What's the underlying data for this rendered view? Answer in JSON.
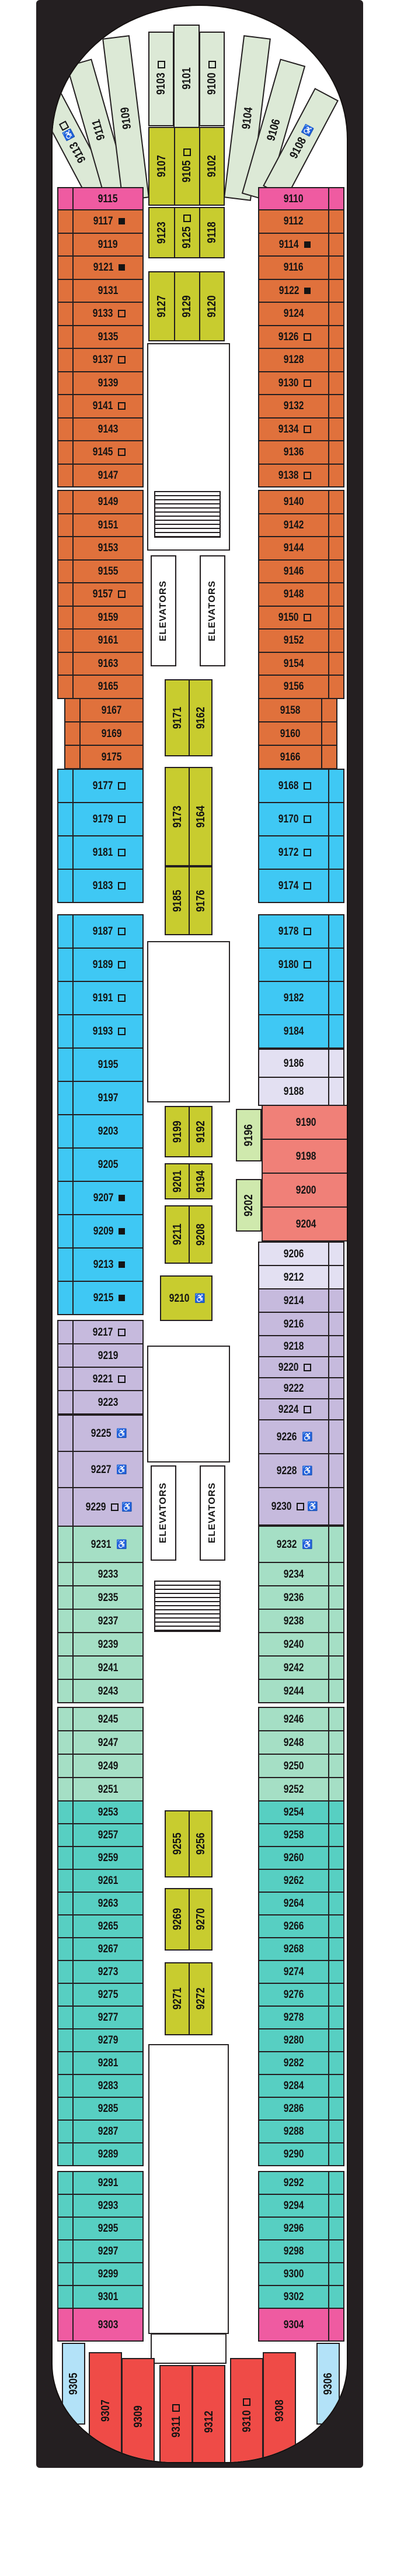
{
  "labels": {
    "elevators": "ELEVATORS"
  },
  "colors": {
    "palegreen": "#dce9d6",
    "yellow": "#c8cc2f",
    "pink": "#ef5ba1",
    "orange": "#e0713c",
    "blue": "#3fc8f4",
    "lavlight": "#e3e0f2",
    "lav": "#c6badd",
    "salmon": "#f08078",
    "ltgreen": "#cfe9ad",
    "seafoam": "#a5dfc5",
    "teal": "#57cfc2",
    "sternblue": "#b3e2f8",
    "sternred": "#ef4b47",
    "panel": "#241f21",
    "hull": "#ffffff"
  },
  "deck": {
    "sections": [
      {
        "id": "bow-port",
        "color": "palegreen",
        "cabins": [
          {
            "n": "9113",
            "s": [
              "acc",
              "sq"
            ]
          },
          {
            "n": "9111"
          },
          {
            "n": "9109"
          }
        ]
      },
      {
        "id": "bow-tip",
        "color": "palegreen",
        "cabins": [
          {
            "n": "9103",
            "s": [
              "sq"
            ]
          },
          {
            "n": "9101"
          },
          {
            "n": "9100",
            "s": [
              "sq"
            ]
          }
        ]
      },
      {
        "id": "bow-stbd",
        "color": "palegreen",
        "cabins": [
          {
            "n": "9104"
          },
          {
            "n": "9106"
          },
          {
            "n": "9108",
            "s": [
              "acc"
            ]
          }
        ]
      },
      {
        "id": "fwd-inside-1",
        "color": "yellow",
        "cabins": [
          {
            "n": "9107"
          },
          {
            "n": "9105",
            "s": [
              "sq"
            ]
          },
          {
            "n": "9102"
          }
        ]
      },
      {
        "id": "fwd-inside-2",
        "color": "yellow",
        "cabins": [
          {
            "n": "9123"
          },
          {
            "n": "9125",
            "s": [
              "sq"
            ]
          },
          {
            "n": "9118"
          }
        ]
      },
      {
        "id": "fwd-inside-3",
        "color": "yellow",
        "cabins": [
          {
            "n": "9127"
          },
          {
            "n": "9129"
          },
          {
            "n": "9120"
          }
        ]
      },
      {
        "id": "pink-fwd-port",
        "color": "pink",
        "cabins": [
          {
            "n": "9115"
          }
        ]
      },
      {
        "id": "pink-fwd-stbd",
        "color": "pink",
        "cabins": [
          {
            "n": "9110"
          }
        ]
      },
      {
        "id": "orange-a-port",
        "color": "orange",
        "cabins": [
          {
            "n": "9117",
            "s": [
              "fsq"
            ]
          },
          {
            "n": "9119"
          },
          {
            "n": "9121",
            "s": [
              "fsq"
            ]
          },
          {
            "n": "9131"
          },
          {
            "n": "9133",
            "s": [
              "sq"
            ]
          },
          {
            "n": "9135"
          },
          {
            "n": "9137",
            "s": [
              "sq"
            ]
          },
          {
            "n": "9139"
          },
          {
            "n": "9141",
            "s": [
              "sq"
            ]
          },
          {
            "n": "9143"
          },
          {
            "n": "9145",
            "s": [
              "sq"
            ]
          },
          {
            "n": "9147"
          }
        ]
      },
      {
        "id": "orange-a-stbd",
        "color": "orange",
        "cabins": [
          {
            "n": "9112"
          },
          {
            "n": "9114",
            "s": [
              "fsq"
            ]
          },
          {
            "n": "9116"
          },
          {
            "n": "9122",
            "s": [
              "fsq"
            ]
          },
          {
            "n": "9124"
          },
          {
            "n": "9126",
            "s": [
              "sq"
            ]
          },
          {
            "n": "9128"
          },
          {
            "n": "9130",
            "s": [
              "sq"
            ]
          },
          {
            "n": "9132"
          },
          {
            "n": "9134",
            "s": [
              "sq"
            ]
          },
          {
            "n": "9136"
          },
          {
            "n": "9138",
            "s": [
              "sq"
            ]
          }
        ]
      },
      {
        "id": "orange-b-port",
        "color": "orange",
        "cabins": [
          {
            "n": "9149"
          },
          {
            "n": "9151"
          },
          {
            "n": "9153"
          },
          {
            "n": "9155"
          },
          {
            "n": "9157",
            "s": [
              "sq"
            ]
          },
          {
            "n": "9159"
          },
          {
            "n": "9161"
          },
          {
            "n": "9163"
          },
          {
            "n": "9165"
          }
        ]
      },
      {
        "id": "orange-b-stbd",
        "color": "orange",
        "cabins": [
          {
            "n": "9140"
          },
          {
            "n": "9142"
          },
          {
            "n": "9144"
          },
          {
            "n": "9146"
          },
          {
            "n": "9148"
          },
          {
            "n": "9150",
            "s": [
              "sq"
            ]
          },
          {
            "n": "9152"
          },
          {
            "n": "9154"
          },
          {
            "n": "9156"
          }
        ]
      },
      {
        "id": "orange-c-port",
        "color": "orange",
        "cabins": [
          {
            "n": "9167"
          },
          {
            "n": "9169"
          },
          {
            "n": "9175"
          }
        ]
      },
      {
        "id": "orange-c-stbd",
        "color": "orange",
        "cabins": [
          {
            "n": "9158"
          },
          {
            "n": "9160"
          },
          {
            "n": "9166"
          }
        ]
      },
      {
        "id": "mid-inside-1",
        "color": "yellow",
        "cabins": [
          {
            "n": "9171"
          },
          {
            "n": "9162"
          }
        ]
      },
      {
        "id": "mid-inside-2",
        "color": "yellow",
        "cabins": [
          {
            "n": "9173"
          },
          {
            "n": "9164"
          }
        ]
      },
      {
        "id": "mid-inside-3",
        "color": "yellow",
        "cabins": [
          {
            "n": "9185"
          },
          {
            "n": "9176"
          }
        ]
      },
      {
        "id": "blue-a-port",
        "color": "blue",
        "cabins": [
          {
            "n": "9177",
            "s": [
              "sq"
            ]
          },
          {
            "n": "9179",
            "s": [
              "sq"
            ]
          },
          {
            "n": "9181",
            "s": [
              "sq"
            ]
          },
          {
            "n": "9183",
            "s": [
              "sq"
            ]
          }
        ]
      },
      {
        "id": "blue-a-stbd",
        "color": "blue",
        "cabins": [
          {
            "n": "9168",
            "s": [
              "sq"
            ]
          },
          {
            "n": "9170",
            "s": [
              "sq"
            ]
          },
          {
            "n": "9172",
            "s": [
              "sq"
            ]
          },
          {
            "n": "9174",
            "s": [
              "sq"
            ]
          }
        ]
      },
      {
        "id": "blue-b-port",
        "color": "blue",
        "cabins": [
          {
            "n": "9187",
            "s": [
              "sq"
            ]
          },
          {
            "n": "9189",
            "s": [
              "sq"
            ]
          },
          {
            "n": "9191",
            "s": [
              "sq"
            ]
          },
          {
            "n": "9193",
            "s": [
              "sq"
            ]
          },
          {
            "n": "9195"
          },
          {
            "n": "9197"
          },
          {
            "n": "9203"
          },
          {
            "n": "9205"
          },
          {
            "n": "9207",
            "s": [
              "fsq"
            ]
          },
          {
            "n": "9209",
            "s": [
              "fsq"
            ]
          },
          {
            "n": "9213",
            "s": [
              "fsq"
            ]
          },
          {
            "n": "9215",
            "s": [
              "fsq"
            ]
          }
        ]
      },
      {
        "id": "blue-b-stbd",
        "color": "blue",
        "cabins": [
          {
            "n": "9178",
            "s": [
              "sq"
            ]
          },
          {
            "n": "9180",
            "s": [
              "sq"
            ]
          },
          {
            "n": "9182"
          },
          {
            "n": "9184"
          }
        ]
      },
      {
        "id": "lavlight-a-stbd",
        "color": "lavlight",
        "cabins": [
          {
            "n": "9186"
          },
          {
            "n": "9188"
          }
        ]
      },
      {
        "id": "red-mid-stbd",
        "color": "salmon",
        "cabins": [
          {
            "n": "9190"
          },
          {
            "n": "9198"
          },
          {
            "n": "9200"
          },
          {
            "n": "9204"
          }
        ]
      },
      {
        "id": "green-small-stbd",
        "color": "ltgreen",
        "cabins": [
          {
            "n": "9196"
          },
          {
            "n": "9202"
          }
        ]
      },
      {
        "id": "mid-inside-4",
        "color": "yellow",
        "cabins": [
          {
            "n": "9199"
          },
          {
            "n": "9192"
          }
        ]
      },
      {
        "id": "mid-inside-5",
        "color": "yellow",
        "cabins": [
          {
            "n": "9201"
          },
          {
            "n": "9194"
          }
        ]
      },
      {
        "id": "mid-inside-6",
        "color": "yellow",
        "cabins": [
          {
            "n": "9211"
          },
          {
            "n": "9208"
          }
        ]
      },
      {
        "id": "mid-inside-7",
        "color": "yellow",
        "cabins": [
          {
            "n": "9210",
            "s": [
              "acc"
            ]
          }
        ]
      },
      {
        "id": "lavlight-b-stbd",
        "color": "lavlight",
        "cabins": [
          {
            "n": "9206"
          },
          {
            "n": "9212"
          }
        ]
      },
      {
        "id": "lav-a-stbd",
        "color": "lav",
        "cabins": [
          {
            "n": "9214"
          },
          {
            "n": "9216"
          }
        ]
      },
      {
        "id": "lav-b-stbd",
        "color": "lav",
        "cabins": [
          {
            "n": "9218"
          },
          {
            "n": "9220",
            "s": [
              "sq"
            ]
          },
          {
            "n": "9222"
          },
          {
            "n": "9224",
            "s": [
              "sq"
            ]
          }
        ]
      },
      {
        "id": "lav-a-port",
        "color": "lav",
        "cabins": [
          {
            "n": "9217",
            "s": [
              "sq"
            ]
          },
          {
            "n": "9219"
          },
          {
            "n": "9221",
            "s": [
              "sq"
            ]
          },
          {
            "n": "9223"
          }
        ]
      },
      {
        "id": "lav-acc-port",
        "color": "lav",
        "cabins": [
          {
            "n": "9225",
            "s": [
              "acc"
            ]
          },
          {
            "n": "9227",
            "s": [
              "acc"
            ]
          },
          {
            "n": "9229",
            "s": [
              "sq",
              "acc"
            ]
          }
        ]
      },
      {
        "id": "lav-acc-stbd",
        "color": "lav",
        "cabins": [
          {
            "n": "9226",
            "s": [
              "acc"
            ]
          },
          {
            "n": "9228",
            "s": [
              "acc"
            ]
          },
          {
            "n": "9230",
            "s": [
              "sq",
              "acc"
            ]
          }
        ]
      },
      {
        "id": "green-a-port",
        "color": "seafoam",
        "cabins": [
          {
            "n": "9231",
            "s": [
              "acc"
            ]
          },
          {
            "n": "9233"
          },
          {
            "n": "9235"
          },
          {
            "n": "9237"
          },
          {
            "n": "9239"
          },
          {
            "n": "9241"
          },
          {
            "n": "9243"
          }
        ]
      },
      {
        "id": "green-a-stbd",
        "color": "seafoam",
        "cabins": [
          {
            "n": "9232",
            "s": [
              "acc"
            ]
          },
          {
            "n": "9234"
          },
          {
            "n": "9236"
          },
          {
            "n": "9238"
          },
          {
            "n": "9240"
          },
          {
            "n": "9242"
          },
          {
            "n": "9244"
          }
        ]
      },
      {
        "id": "green-b-port",
        "color": "seafoam",
        "cabins": [
          {
            "n": "9245"
          },
          {
            "n": "9247"
          },
          {
            "n": "9249"
          },
          {
            "n": "9251"
          }
        ]
      },
      {
        "id": "green-b-stbd",
        "color": "seafoam",
        "cabins": [
          {
            "n": "9246"
          },
          {
            "n": "9248"
          },
          {
            "n": "9250"
          },
          {
            "n": "9252"
          }
        ]
      },
      {
        "id": "teal-a-port",
        "color": "teal",
        "cabins": [
          {
            "n": "9253"
          },
          {
            "n": "9257"
          },
          {
            "n": "9259"
          },
          {
            "n": "9261"
          },
          {
            "n": "9263"
          },
          {
            "n": "9265"
          },
          {
            "n": "9267"
          },
          {
            "n": "9273"
          },
          {
            "n": "9275"
          },
          {
            "n": "9277"
          },
          {
            "n": "9279"
          },
          {
            "n": "9281"
          },
          {
            "n": "9283"
          },
          {
            "n": "9285"
          },
          {
            "n": "9287"
          },
          {
            "n": "9289"
          }
        ]
      },
      {
        "id": "teal-a-stbd",
        "color": "teal",
        "cabins": [
          {
            "n": "9254"
          },
          {
            "n": "9258"
          },
          {
            "n": "9260"
          },
          {
            "n": "9262"
          },
          {
            "n": "9264"
          },
          {
            "n": "9266"
          },
          {
            "n": "9268"
          },
          {
            "n": "9274"
          },
          {
            "n": "9276"
          },
          {
            "n": "9278"
          },
          {
            "n": "9280"
          },
          {
            "n": "9282"
          },
          {
            "n": "9284"
          },
          {
            "n": "9286"
          },
          {
            "n": "9288"
          },
          {
            "n": "9290"
          }
        ]
      },
      {
        "id": "teal-b-port",
        "color": "teal",
        "cabins": [
          {
            "n": "9291"
          },
          {
            "n": "9293"
          },
          {
            "n": "9295"
          },
          {
            "n": "9297"
          },
          {
            "n": "9299"
          },
          {
            "n": "9301"
          }
        ]
      },
      {
        "id": "teal-b-stbd",
        "color": "teal",
        "cabins": [
          {
            "n": "9292"
          },
          {
            "n": "9294"
          },
          {
            "n": "9296"
          },
          {
            "n": "9298"
          },
          {
            "n": "9300"
          },
          {
            "n": "9302"
          }
        ]
      },
      {
        "id": "aft-inside-1",
        "color": "yellow",
        "cabins": [
          {
            "n": "9255"
          },
          {
            "n": "9256"
          }
        ]
      },
      {
        "id": "aft-inside-2",
        "color": "yellow",
        "cabins": [
          {
            "n": "9269"
          },
          {
            "n": "9270"
          }
        ]
      },
      {
        "id": "aft-inside-3",
        "color": "yellow",
        "cabins": [
          {
            "n": "9271"
          },
          {
            "n": "9272"
          }
        ]
      },
      {
        "id": "pink-aft-port",
        "color": "pink",
        "cabins": [
          {
            "n": "9303"
          }
        ]
      },
      {
        "id": "pink-aft-stbd",
        "color": "pink",
        "cabins": [
          {
            "n": "9304"
          }
        ]
      },
      {
        "id": "stern-side-port",
        "color": "sternblue",
        "cabins": [
          {
            "n": "9305"
          }
        ]
      },
      {
        "id": "stern-side-stbd",
        "color": "sternblue",
        "cabins": [
          {
            "n": "9306"
          }
        ]
      },
      {
        "id": "stern-suites",
        "color": "sternred",
        "cabins": [
          {
            "n": "9307"
          },
          {
            "n": "9309"
          },
          {
            "n": "9311",
            "s": [
              "sq"
            ]
          },
          {
            "n": "9312"
          },
          {
            "n": "9310",
            "s": [
              "sq"
            ]
          },
          {
            "n": "9308"
          }
        ]
      }
    ]
  }
}
